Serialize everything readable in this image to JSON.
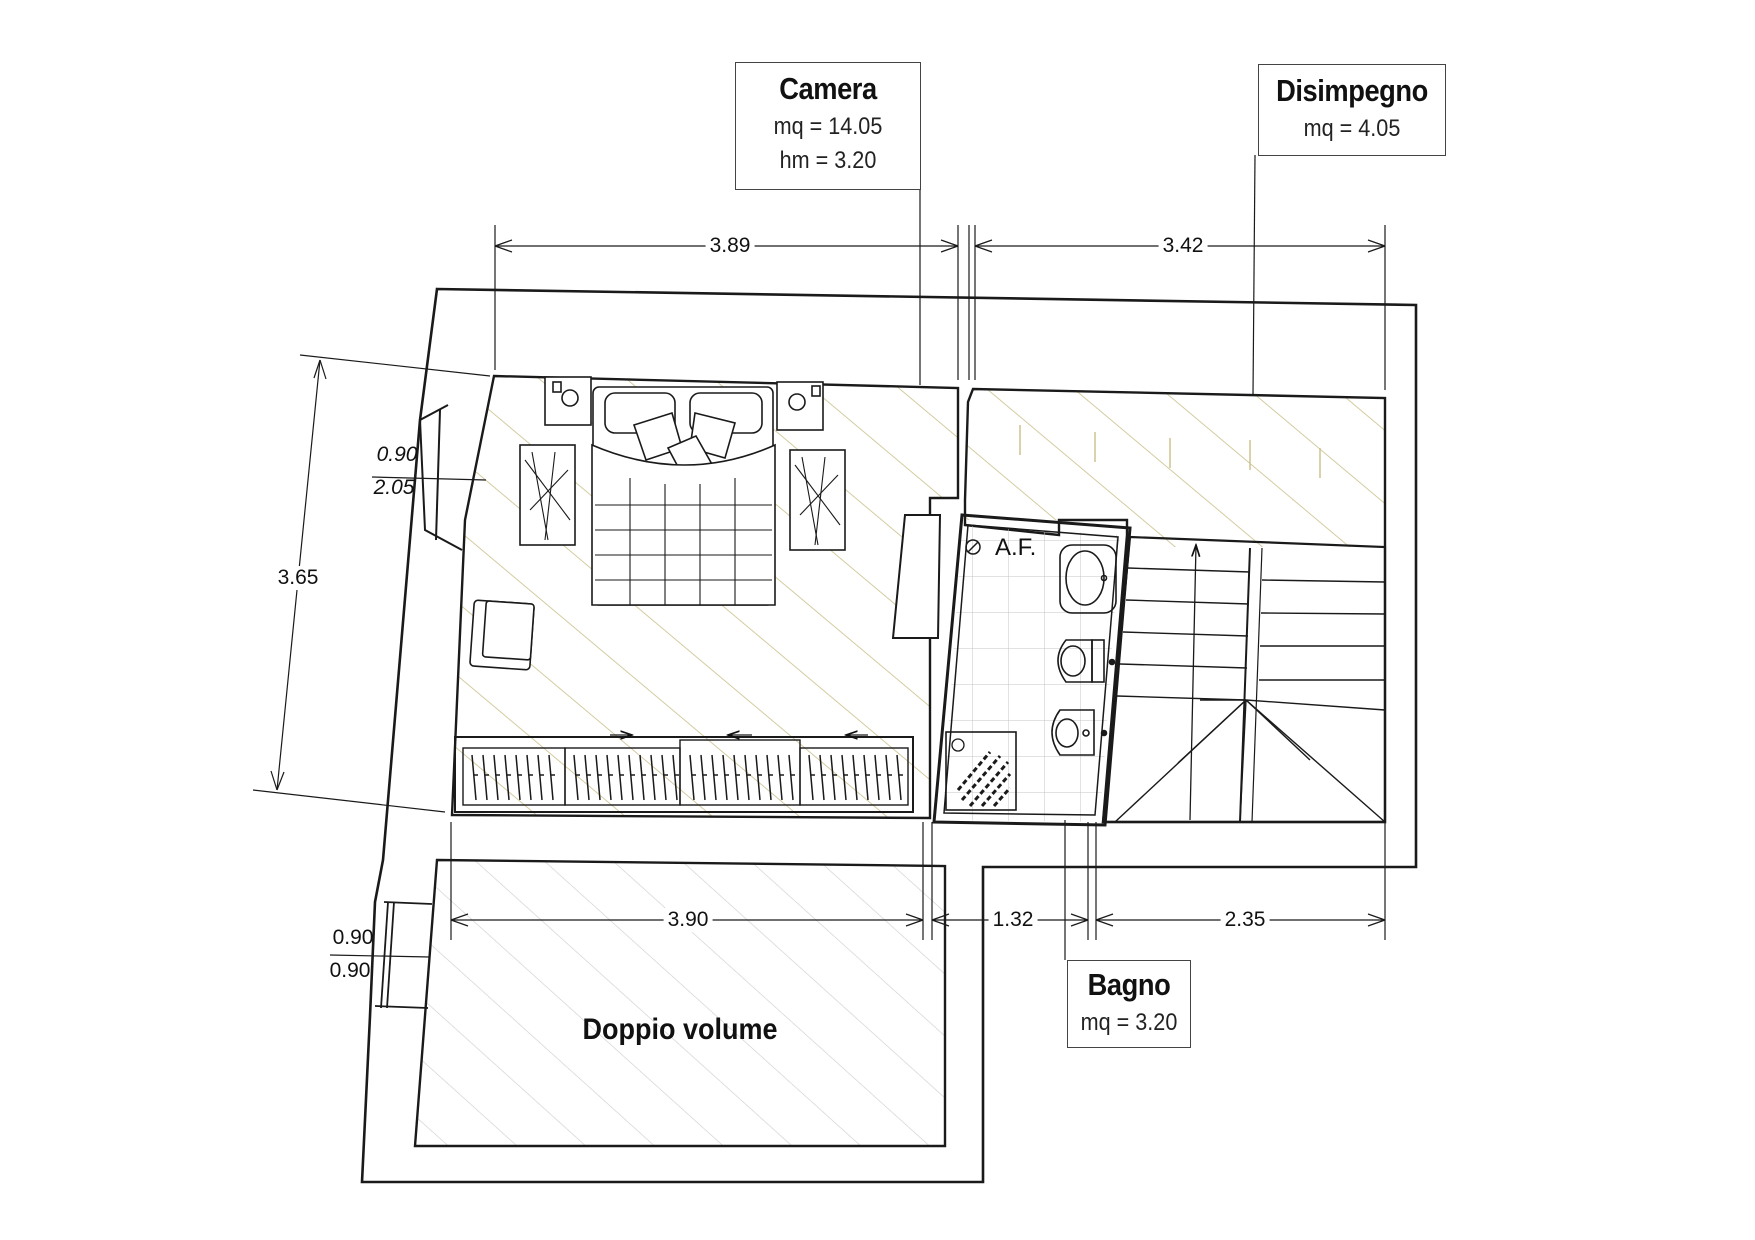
{
  "rooms": {
    "camera": {
      "name": "Camera",
      "area": "mq = 14.05",
      "height": "hm = 3.20"
    },
    "disimpegno": {
      "name": "Disimpegno",
      "area": "mq = 4.05"
    },
    "bagno": {
      "name": "Bagno",
      "area": "mq = 3.20"
    },
    "doppio_volume": {
      "name": "Doppio volume"
    }
  },
  "dimensions": {
    "camera_width_top": "3.89",
    "disimpegno_width_top": "3.42",
    "camera_depth": "3.65",
    "window_camera_w": "0.90",
    "window_camera_h": "2.05",
    "window_lower_w": "0.90",
    "window_lower_h": "0.90",
    "bottom_camera": "3.90",
    "bottom_bagno": "1.32",
    "bottom_stairs": "2.35"
  },
  "fixtures": {
    "water_supply": "A.F."
  },
  "colors": {
    "wall": "#1a1a1a",
    "floor_hatch": "#c9bf8a",
    "tile_grid": "#bcbcbc",
    "double_volume_hatch": "#c8c8c8"
  }
}
